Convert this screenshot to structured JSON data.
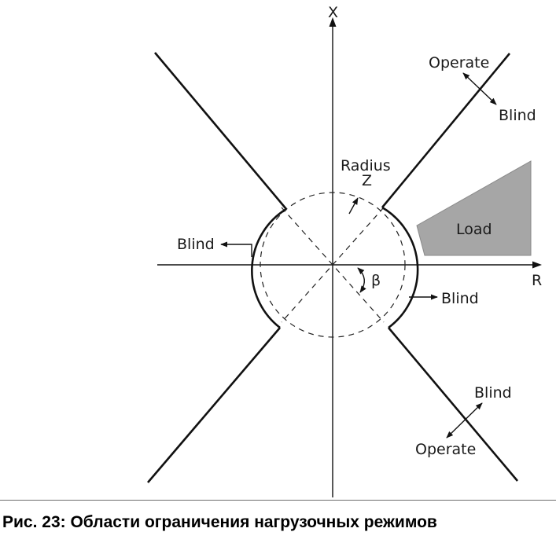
{
  "diagram": {
    "axis_x_label": "X",
    "axis_r_label": "R",
    "radius_label_line1": "Radius",
    "radius_label_line2": "Z",
    "angle_label": "β",
    "load_label": "Load",
    "blind_left": "Blind",
    "blind_right": "Blind",
    "operate_top": "Operate",
    "blind_top": "Blind",
    "blind_bottom": "Blind",
    "operate_bottom": "Operate",
    "colors": {
      "line": "#111111",
      "load_fill": "#a6a6a6",
      "load_stroke": "#8a8a8a"
    }
  },
  "caption": "Рис. 23: Области ограничения нагрузочных режимов"
}
